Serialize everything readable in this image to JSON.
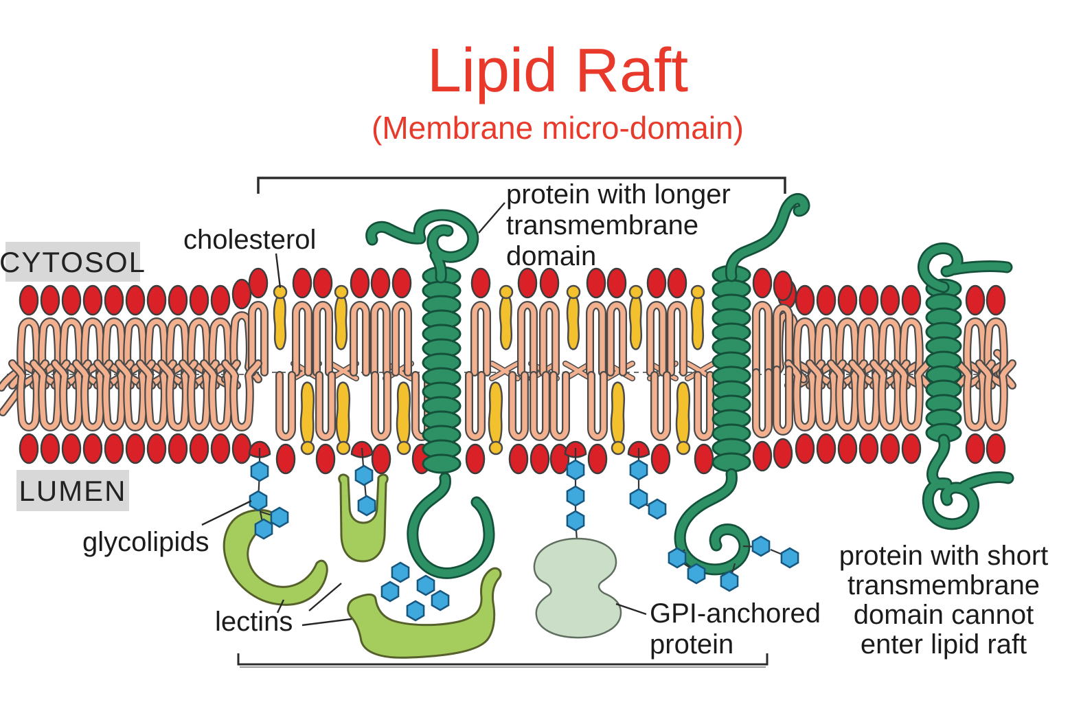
{
  "title": "Lipid Raft",
  "subtitle": "(Membrane micro-domain)",
  "labels": {
    "cytosol": "CYTOSOL",
    "lumen": "LUMEN",
    "cholesterol": "cholesterol",
    "glycolipids": "glycolipids",
    "lectins": "lectins",
    "gpi_anchored": [
      "GPI-anchored",
      "protein"
    ],
    "protein_longer": [
      "protein with longer",
      "transmembrane",
      "domain"
    ],
    "protein_short": [
      "protein with short",
      "transmembrane",
      "domain cannot",
      "enter lipid raft"
    ]
  },
  "colors": {
    "title": "#E8392B",
    "label": "#1b1b1b",
    "label_bg": "#d8d8d8",
    "lipid_head": "#DB2128",
    "lipid_tail": "#F2B08F",
    "cholesterol": "#F2C12D",
    "protein": "#2E9065",
    "lectin": "#A5CD5E",
    "sugar": "#3FA8DC",
    "gpi_protein": "#CBDEC8"
  }
}
